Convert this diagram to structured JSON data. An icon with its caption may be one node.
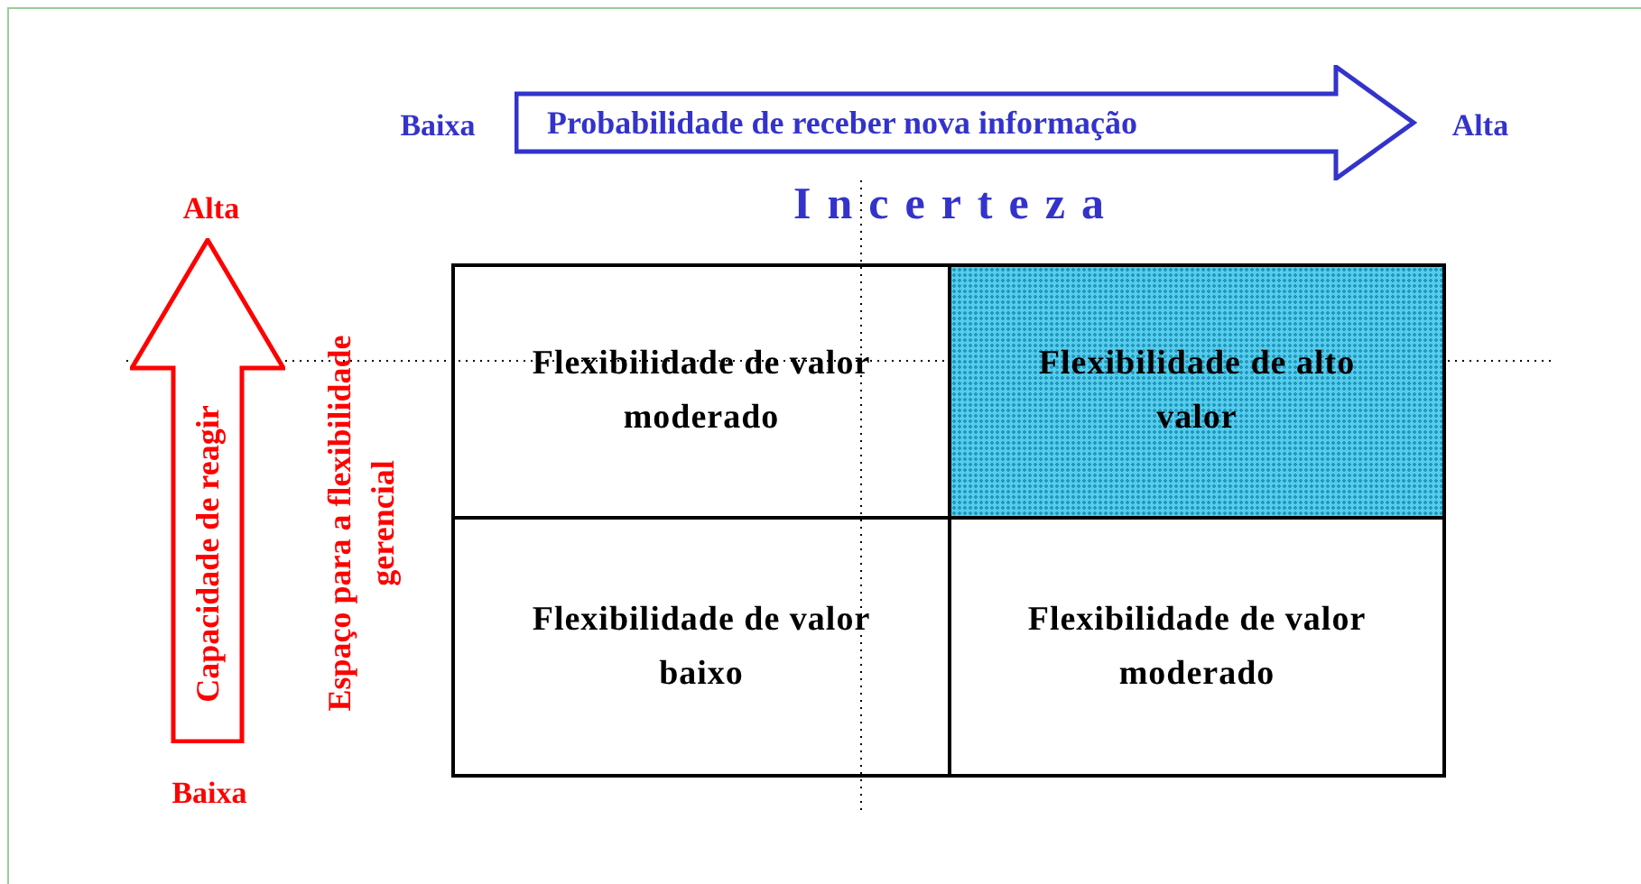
{
  "diagram": {
    "nodes": [
      {
        "text": [
          "Probabilidade de receber nova informação"
        ]
      },
      {
        "text": [
          "Capacidade de reagir"
        ]
      },
      {
        "text": [
          "Flexibilidade de valor moderado"
        ]
      },
      {
        "text": [
          "Flexibilidade de alto valor"
        ]
      },
      {
        "text": [
          "Flexibilidade de valor baixo"
        ]
      },
      {
        "text": [
          "Flexibilidade de valor moderado"
        ]
      }
    ],
    "labels": [
      "Baixa",
      "Alta",
      "Incerteza",
      "Alta",
      "Espaço para a flexibilidade gerencial",
      "Baixa"
    ]
  }
}
